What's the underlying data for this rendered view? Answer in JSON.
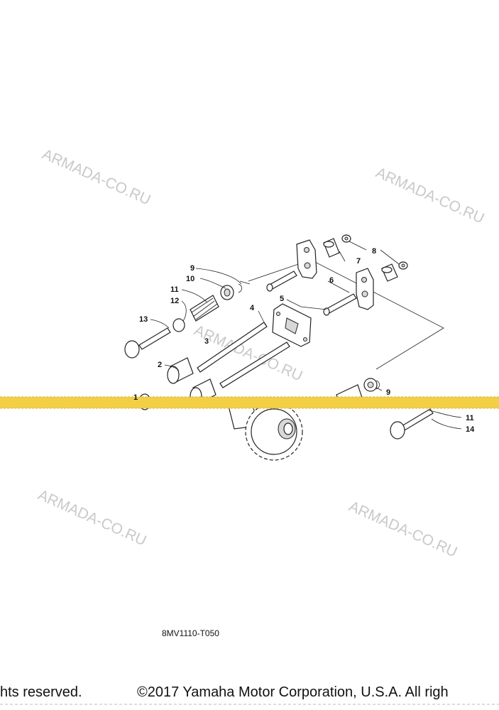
{
  "watermarks": [
    "ARMADA-CO.RU",
    "ARMADA-CO.RU",
    "ARMADA-CO.RU",
    "ARMADA-CO.RU",
    "ARMADA-CO.RU"
  ],
  "callouts": [
    "9",
    "10",
    "11",
    "12",
    "13",
    "2",
    "1",
    "3",
    "4",
    "5",
    "6",
    "7",
    "8",
    "9",
    "11",
    "14"
  ],
  "diagram_code": "8MV1110-T050",
  "footer": {
    "left": "hts reserved.",
    "right": "©2017 Yamaha Motor Corporation, U.S.A. All righ"
  },
  "colors": {
    "banner": "#f2cf47",
    "watermark": "#c9c9c9",
    "ink": "#111111"
  }
}
